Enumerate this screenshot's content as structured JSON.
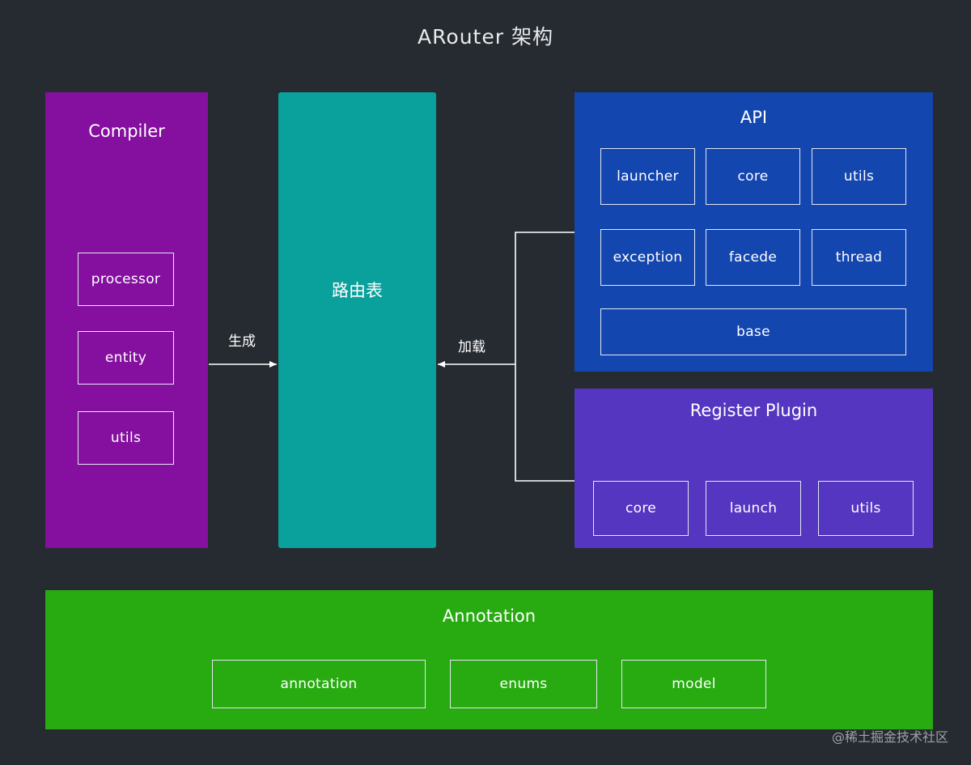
{
  "title": "ARouter 架构",
  "compiler": {
    "label": "Compiler",
    "items": [
      "processor",
      "entity",
      "utils"
    ],
    "color": "#8510a0"
  },
  "route_table": {
    "label": "路由表",
    "color": "#0aa09c"
  },
  "api": {
    "label": "API",
    "items": [
      "launcher",
      "core",
      "utils",
      "exception",
      "facede",
      "thread",
      "base"
    ],
    "color": "#1446b0"
  },
  "register_plugin": {
    "label": "Register Plugin",
    "items": [
      "core",
      "launch",
      "utils"
    ],
    "color": "#5536c1"
  },
  "annotation": {
    "label": "Annotation",
    "items": [
      "annotation",
      "enums",
      "model"
    ],
    "color": "#27ab11"
  },
  "edges": {
    "generate_label": "生成",
    "load_label": "加载"
  },
  "watermark": "@稀土掘金技术社区"
}
